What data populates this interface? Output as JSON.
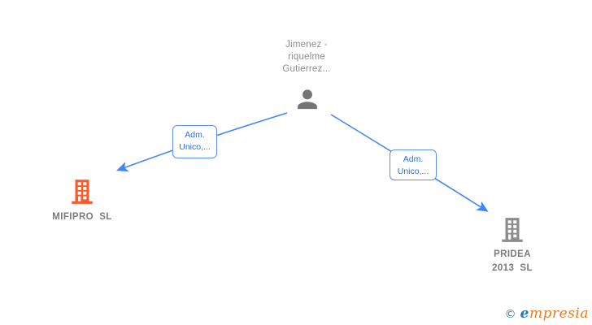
{
  "diagram": {
    "person": {
      "name_lines": [
        "Jimenez -",
        "riquelme",
        "Gutierrez..."
      ]
    },
    "edges": [
      {
        "target": "MIFIPRO SL",
        "label_lines": [
          "Adm.",
          "Unico,..."
        ]
      },
      {
        "target": "PRIDEA 2013 SL",
        "label_lines": [
          "Adm.",
          "Unico,..."
        ]
      }
    ],
    "companies": [
      {
        "name_lines": [
          "MIFIPRO  SL",
          ""
        ],
        "icon": "building-icon",
        "icon_color": "#fb5a2b"
      },
      {
        "name_lines": [
          "PRIDEA",
          "2013  SL"
        ],
        "icon": "building-icon",
        "icon_color": "#8d8d8d"
      }
    ]
  },
  "colors": {
    "edge_blue": "#4285f4",
    "relation_border_blue": "#5d8fe8",
    "relation_text_blue": "#2a6fdb",
    "person_icon_gray": "#757575",
    "label_gray": "#7b7b7b",
    "company_orange": "#fb5a2b",
    "company_gray": "#8d8d8d",
    "logo_teal": "#2e7fa8",
    "logo_orange": "#e97b20"
  },
  "logo": {
    "copyright": "©",
    "mark_first": "e",
    "mark_rest": "mpresia"
  }
}
